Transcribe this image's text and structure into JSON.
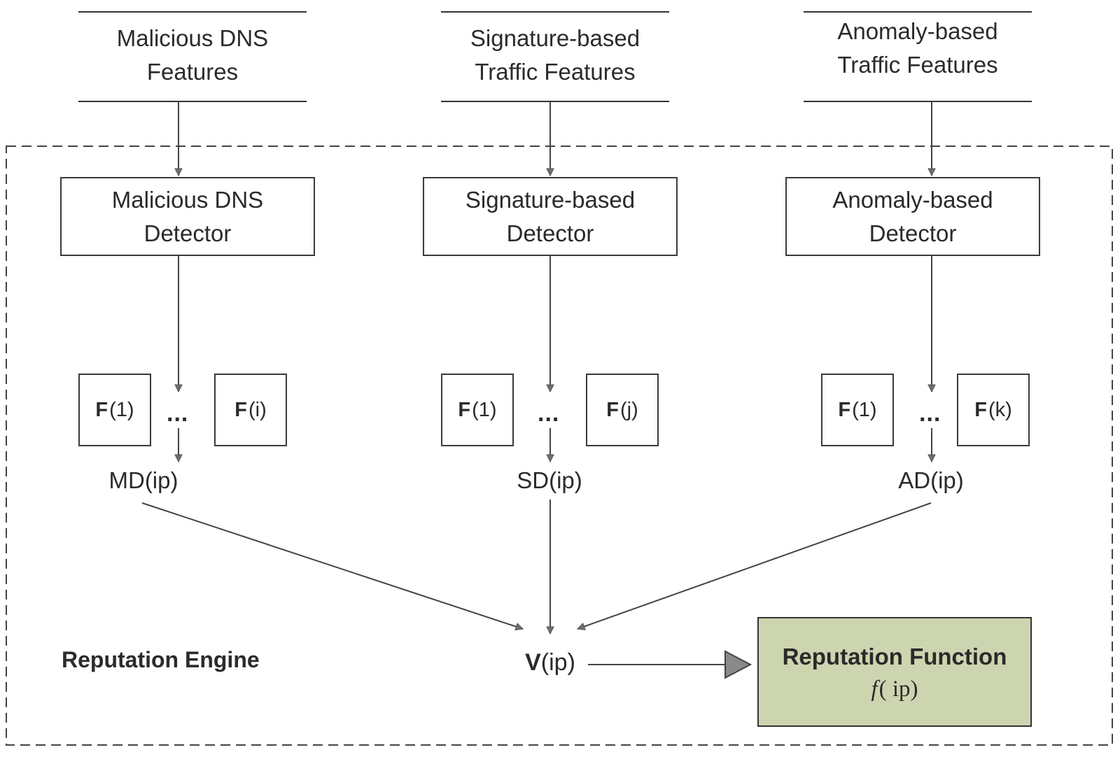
{
  "sources": [
    {
      "line1": "Malicious DNS",
      "line2": "Features"
    },
    {
      "line1": "Signature-based",
      "line2": "Traffic Features"
    },
    {
      "line1": "Anomaly-based",
      "line2": "Traffic Features"
    }
  ],
  "detectors": [
    {
      "line1": "Malicious DNS",
      "line2": "Detector"
    },
    {
      "line1": "Signature-based",
      "line2": "Detector"
    },
    {
      "line1": "Anomaly-based",
      "line2": "Detector"
    }
  ],
  "features": [
    {
      "first_f": "F",
      "first_idx": "(1)",
      "ellipsis": "...",
      "last_f": "F",
      "last_idx": "(i)"
    },
    {
      "first_f": "F",
      "first_idx": "(1)",
      "ellipsis": "...",
      "last_f": "F",
      "last_idx": "(j)"
    },
    {
      "first_f": "F",
      "first_idx": "(1)",
      "ellipsis": "...",
      "last_f": "F",
      "last_idx": "(k)"
    }
  ],
  "outputs": [
    "MD(ip)",
    "SD(ip)",
    "AD(ip)"
  ],
  "engine_label": "Reputation Engine",
  "vote": {
    "bold": "V",
    "rest": "(ip)"
  },
  "reputation": {
    "title": "Reputation Function",
    "fn_symbol": "f",
    "fn_arg": "( ip)",
    "fill_color": "#cdd5b0"
  }
}
